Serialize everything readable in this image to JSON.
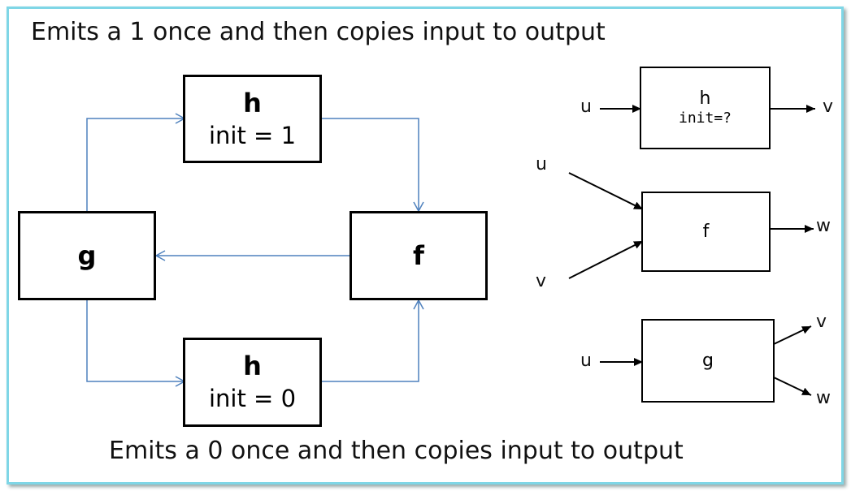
{
  "captions": {
    "top": "Emits a 1 once and then copies input to output",
    "bottom": "Emits a 0 once and then copies input to output"
  },
  "network": {
    "h_top": {
      "name": "h",
      "init": "init = 1"
    },
    "h_bottom": {
      "name": "h",
      "init": "init = 0"
    },
    "g": {
      "name": "g"
    },
    "f": {
      "name": "f"
    }
  },
  "legend": {
    "h": {
      "name": "h",
      "init": "init=?",
      "input": "u",
      "output": "v"
    },
    "f": {
      "name": "f",
      "input1": "u",
      "input2": "v",
      "output": "w"
    },
    "g": {
      "name": "g",
      "input": "u",
      "output1": "v",
      "output2": "w"
    }
  },
  "colors": {
    "frame": "#7fd6e6",
    "connector": "#4f81bd",
    "box_border": "#000000"
  }
}
